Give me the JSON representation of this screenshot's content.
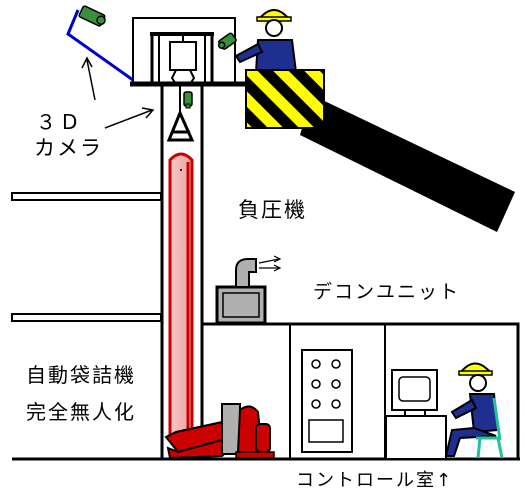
{
  "labels": {
    "camera_line1": "３D",
    "camera_line2": "カメラ",
    "negative_pressure": "負圧機",
    "decon_unit": "デコンユニット",
    "bagging_line1": "自動袋詰機",
    "bagging_line2": "完全無人化",
    "control_room": "コントロール室↑"
  },
  "colors": {
    "line": "#000000",
    "tube_red": "#cc0000",
    "pink": "#f0a0a0",
    "helmet": "#ffff00",
    "worker_body": "#1f2f8f",
    "arm_blue": "#0000cc",
    "camera_green": "#3a8f3a",
    "hazard_yellow": "#ffff00",
    "boom": "#000000",
    "machine_gray": "#b0b0b0",
    "chair": "#20c0a0"
  }
}
